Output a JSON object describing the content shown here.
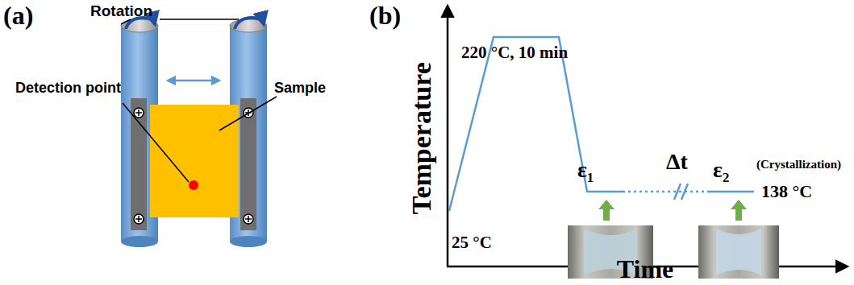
{
  "diagram": {
    "labels": [
      "(a)",
      "Rotation",
      "Detection point",
      "Sample",
      "(b)",
      "Temperature",
      "220 °C, 10 min",
      "25 °C",
      "ε₁",
      "Δt",
      "ε₂",
      "(Crystallization)",
      "138 °C",
      "Time"
    ]
  }
}
